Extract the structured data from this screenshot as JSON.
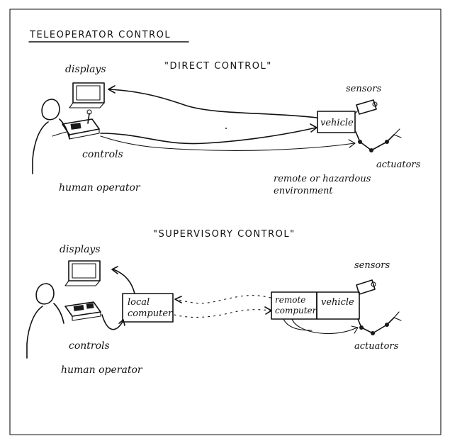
{
  "title": "TELEOPERATOR CONTROL",
  "direct": {
    "heading": "\"DIRECT CONTROL\"",
    "displays": "displays",
    "controls": "controls",
    "operator": "human operator",
    "vehicle": "vehicle",
    "sensors": "sensors",
    "actuators": "actuators",
    "environment_line1": "remote or hazardous",
    "environment_line2": "environment"
  },
  "supervisory": {
    "heading": "\"SUPERVISORY CONTROL\"",
    "displays": "displays",
    "controls": "controls",
    "operator": "human operator",
    "local_computer_line1": "local",
    "local_computer_line2": "computer",
    "remote_computer_line1": "remote",
    "remote_computer_line2": "computer",
    "vehicle": "vehicle",
    "sensors": "sensors",
    "actuators": "actuators"
  }
}
